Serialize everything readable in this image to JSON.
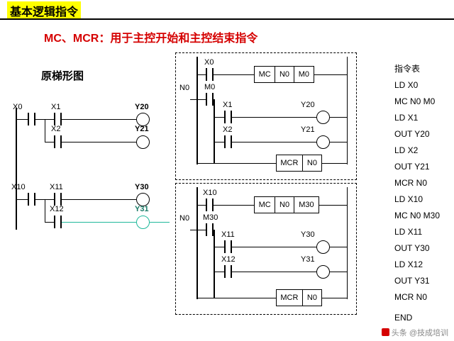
{
  "header": {
    "title": "基本逻辑指令",
    "subtitle": "MC、MCR：用于主控开始和主控结束指令"
  },
  "ladder_left": {
    "heading": "原梯形图",
    "rungs": [
      {
        "contacts": [
          "X0",
          "X1"
        ],
        "coil": "Y20"
      },
      {
        "contacts": [
          "X2"
        ],
        "coil": "Y21"
      },
      {
        "contacts": [
          "X10",
          "X11"
        ],
        "coil": "Y30"
      },
      {
        "contacts": [
          "X12"
        ],
        "coil": "Y31"
      }
    ]
  },
  "ladder_right": {
    "block1": {
      "entry_contact": "X0",
      "mc_box": [
        "MC",
        "N0",
        "M0"
      ],
      "master_label": "N0",
      "master_contact": "M0",
      "rows": [
        {
          "contact": "X1",
          "coil": "Y20"
        },
        {
          "contact": "X2",
          "coil": "Y21"
        }
      ],
      "mcr_box": [
        "MCR",
        "N0"
      ]
    },
    "block2": {
      "entry_contact": "X10",
      "mc_box": [
        "MC",
        "N0",
        "M30"
      ],
      "master_label": "N0",
      "master_contact": "M30",
      "rows": [
        {
          "contact": "X11",
          "coil": "Y30"
        },
        {
          "contact": "X12",
          "coil": "Y31"
        }
      ],
      "mcr_box": [
        "MCR",
        "N0"
      ]
    }
  },
  "instruction_list": {
    "title": "指令表",
    "lines": [
      "LD  X0",
      "MC  N0  M0",
      "LD  X1",
      "OUT  Y20",
      "LD  X2",
      "OUT  Y21",
      "MCR  N0",
      "LD  X10",
      "MC  N0  M30",
      "LD  X11",
      "OUT  Y30",
      "LD  X12",
      "OUT  Y31",
      "MCR  N0",
      "END"
    ]
  },
  "footer": {
    "text": "头条 @技成培训"
  },
  "colors": {
    "highlight": "#ffff00",
    "accent_red": "#d50000",
    "green": "#1fb89a"
  }
}
